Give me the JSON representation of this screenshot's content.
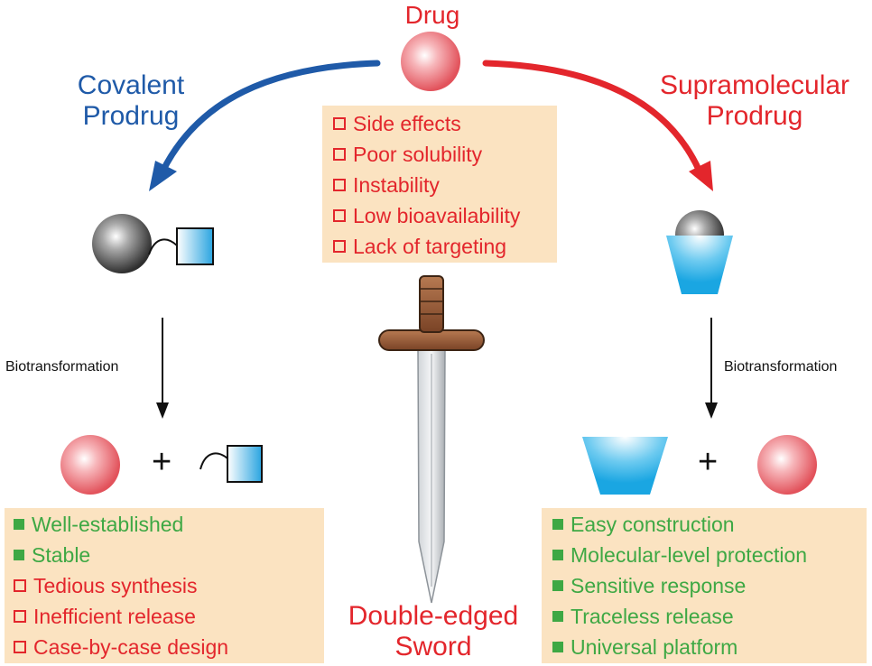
{
  "drug": {
    "label": "Drug"
  },
  "covalent": {
    "line1": "Covalent",
    "line2": "Prodrug"
  },
  "supramolecular": {
    "line1": "Supramolecular",
    "line2": "Prodrug"
  },
  "biotransformation_left": "Biotransformation",
  "biotransformation_right": "Biotransformation",
  "plus": "+",
  "sword": {
    "line1": "Double-edged",
    "line2": "Sword"
  },
  "drug_problems": [
    "Side effects",
    "Poor solubility",
    "Instability",
    "Low bioavailability",
    "Lack of targeting"
  ],
  "covalent_features": [
    {
      "text": "Well-established",
      "kind": "pro"
    },
    {
      "text": "Stable",
      "kind": "pro"
    },
    {
      "text": "Tedious synthesis",
      "kind": "con"
    },
    {
      "text": "Inefficient release",
      "kind": "con"
    },
    {
      "text": "Case-by-case design",
      "kind": "con"
    }
  ],
  "supramolecular_features": [
    {
      "text": "Easy construction",
      "kind": "pro"
    },
    {
      "text": "Molecular-level protection",
      "kind": "pro"
    },
    {
      "text": "Sensitive response",
      "kind": "pro"
    },
    {
      "text": "Traceless release",
      "kind": "pro"
    },
    {
      "text": "Universal platform",
      "kind": "pro"
    }
  ],
  "colors": {
    "con": "#e3262c",
    "pro": "#3ea844",
    "covalent_arrow": "#1f5aa8",
    "supra_arrow": "#e3262c",
    "box_bg": "#fbe3c1",
    "host": "#29b1e8"
  }
}
